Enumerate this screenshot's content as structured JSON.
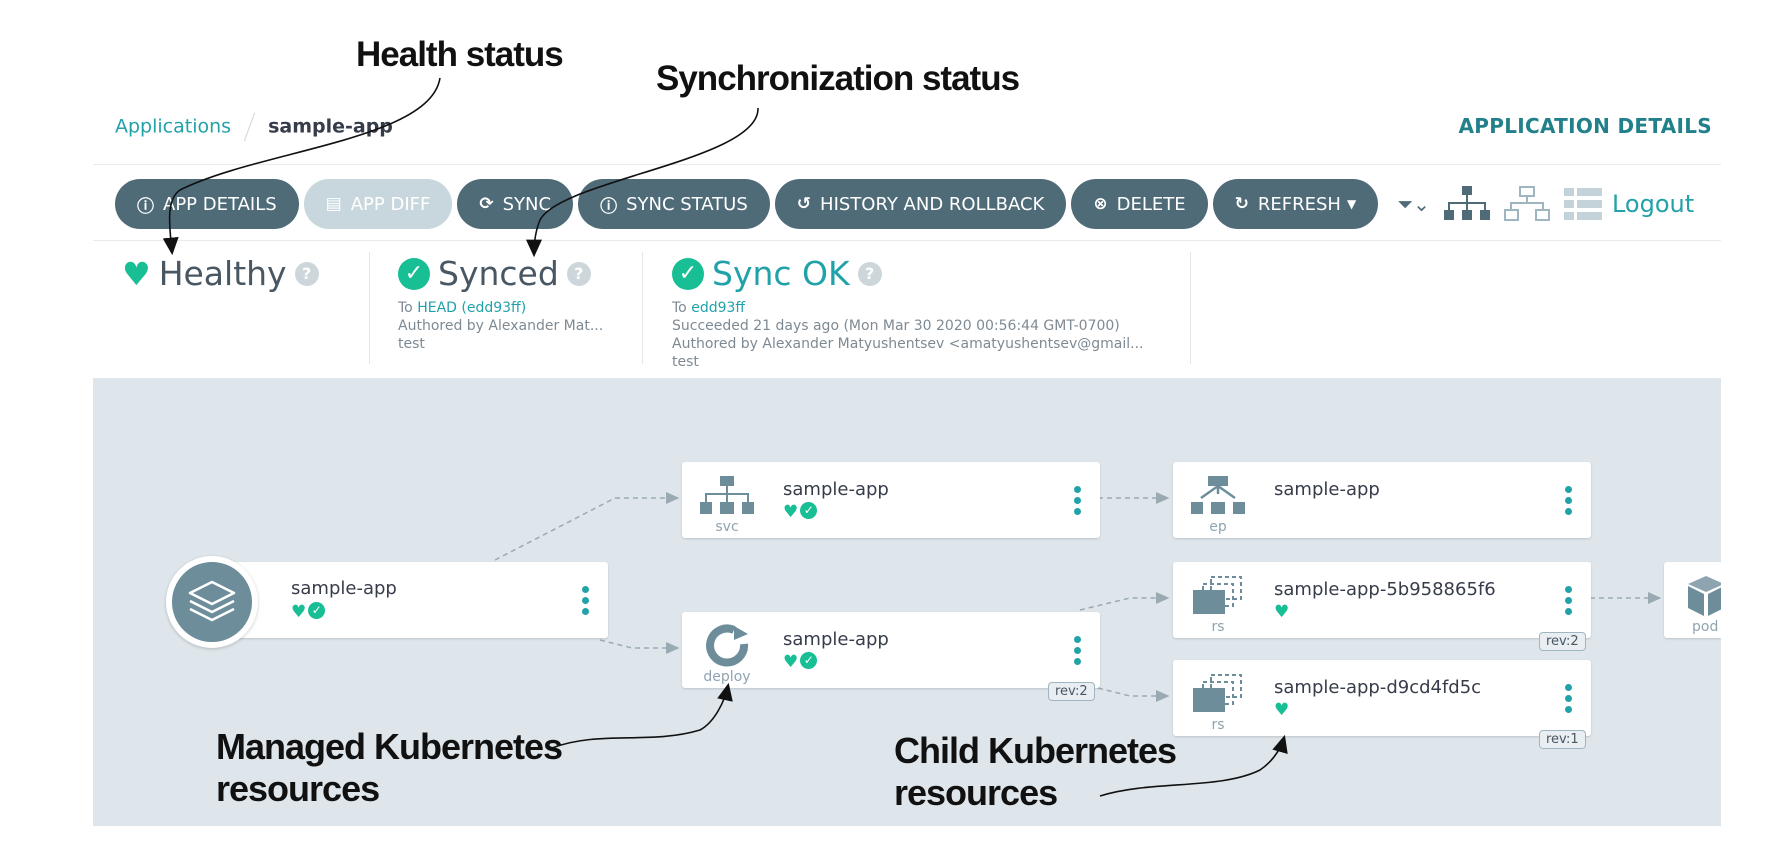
{
  "callouts": {
    "health": "Health status",
    "sync": "Synchronization status",
    "managed_1": "Managed Kubernetes",
    "managed_2": "resources",
    "child_1": "Child Kubernetes",
    "child_2": "resources"
  },
  "breadcrumb": {
    "root": "Applications",
    "current": "sample-app"
  },
  "page_heading": "APPLICATION DETAILS",
  "toolbar": {
    "buttons": [
      {
        "label": "APP DETAILS",
        "icon": "info-icon"
      },
      {
        "label": "APP DIFF",
        "icon": "file-diff-icon"
      },
      {
        "label": "SYNC",
        "icon": "sync-icon"
      },
      {
        "label": "SYNC STATUS",
        "icon": "info-icon"
      },
      {
        "label": "HISTORY AND ROLLBACK",
        "icon": "history-icon"
      },
      {
        "label": "DELETE",
        "icon": "times-circle-icon"
      },
      {
        "label": "REFRESH",
        "icon": "redo-icon"
      }
    ],
    "logout": "Logout"
  },
  "status": {
    "health": {
      "label": "Healthy"
    },
    "sync": {
      "label": "Synced",
      "to_prefix": "To",
      "to_rev": "HEAD (edd93ff)",
      "author": "Authored by Alexander Mat...",
      "message": "test"
    },
    "operation": {
      "label": "Sync OK",
      "to_prefix": "To",
      "to_rev": "edd93ff",
      "succeeded": "Succeeded 21 days ago (Mon Mar 30 2020 00:56:44 GMT-0700)",
      "author": "Authored by Alexander Matyushentsev <amatyushentsev@gmail...",
      "message": "test"
    }
  },
  "graph": {
    "app": {
      "name": "sample-app"
    },
    "svc": {
      "name": "sample-app",
      "kind": "svc"
    },
    "deploy": {
      "name": "sample-app",
      "kind": "deploy",
      "rev": "rev:2"
    },
    "ep": {
      "name": "sample-app",
      "kind": "ep"
    },
    "rs1": {
      "name": "sample-app-5b958865f6",
      "kind": "rs",
      "rev": "rev:2"
    },
    "rs2": {
      "name": "sample-app-d9cd4fd5c",
      "kind": "rs",
      "rev": "rev:1"
    },
    "pod": {
      "kind": "pod"
    }
  },
  "colors": {
    "accent": "#21a2a8",
    "healthy": "#18be94",
    "button": "#4f6b78",
    "canvas": "#dee6eb"
  }
}
